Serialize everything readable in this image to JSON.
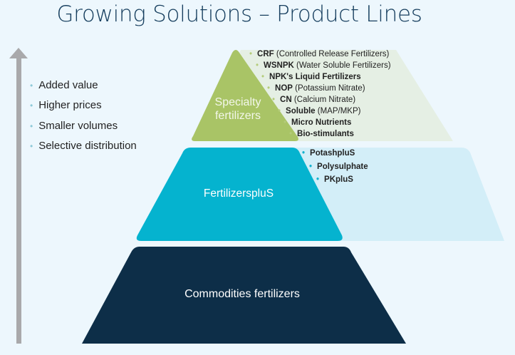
{
  "title": "Growing Solutions – Product Lines",
  "attributes": [
    "Added value",
    "Higher prices",
    "Smaller volumes",
    "Selective distribution"
  ],
  "levels": {
    "specialty": {
      "label_line1": "Specialty",
      "label_line2": "fertilizers",
      "items": [
        {
          "bold": "CRF",
          "rest": " (Controlled Release Fertilizers)"
        },
        {
          "bold": "WSNPK",
          "rest": " (Water Soluble Fertilizers)"
        },
        {
          "bold": "NPK's Liquid Fertilizers",
          "rest": ""
        },
        {
          "bold": "NOP",
          "rest": " (Potassium Nitrate)"
        },
        {
          "bold": "CN",
          "rest": " (Calcium Nitrate)"
        },
        {
          "bold": "Soluble",
          "rest": " (MAP/MKP)"
        },
        {
          "bold": "Micro Nutrients",
          "rest": ""
        },
        {
          "bold": "Bio-stimulants",
          "rest": ""
        }
      ]
    },
    "fertilizersplus": {
      "label": "FertilizerspluS",
      "items": [
        "PotashpluS",
        "Polysulphate",
        "PKpluS"
      ]
    },
    "commodities": {
      "label": "Commodities fertilizers"
    }
  },
  "colors": {
    "specialty": "#a9c466",
    "fertilizersplus": "#05b3cf",
    "commodities": "#0d2e48",
    "arrow": "#a9a9ab"
  }
}
